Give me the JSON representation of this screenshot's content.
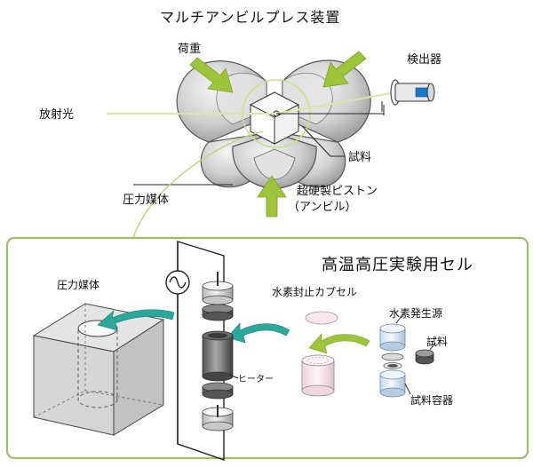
{
  "titles": {
    "press_title": "マルチアンビルプレス装置",
    "cell_title": "高温高圧実験用セル"
  },
  "labels": {
    "load": "荷重",
    "detector": "検出器",
    "radiation": "放射光",
    "sample_top": "試料",
    "pressure_medium_top": "圧力媒体",
    "anvil_line1": "超硬製ピストン",
    "anvil_line2": "（アンビル）",
    "pressure_medium_cell": "圧力媒体",
    "hydrogen_capsule": "水素封止カプセル",
    "hydrogen_source": "水素発生源",
    "sample_cell": "試料",
    "sample_container": "試料容器",
    "heater": "ヒーター"
  },
  "colors": {
    "arrow_green": "#9cc53a",
    "panel_border": "#9cbf64",
    "teal": "#2aa89a",
    "anvil_gray": "#cfcfcf"
  }
}
